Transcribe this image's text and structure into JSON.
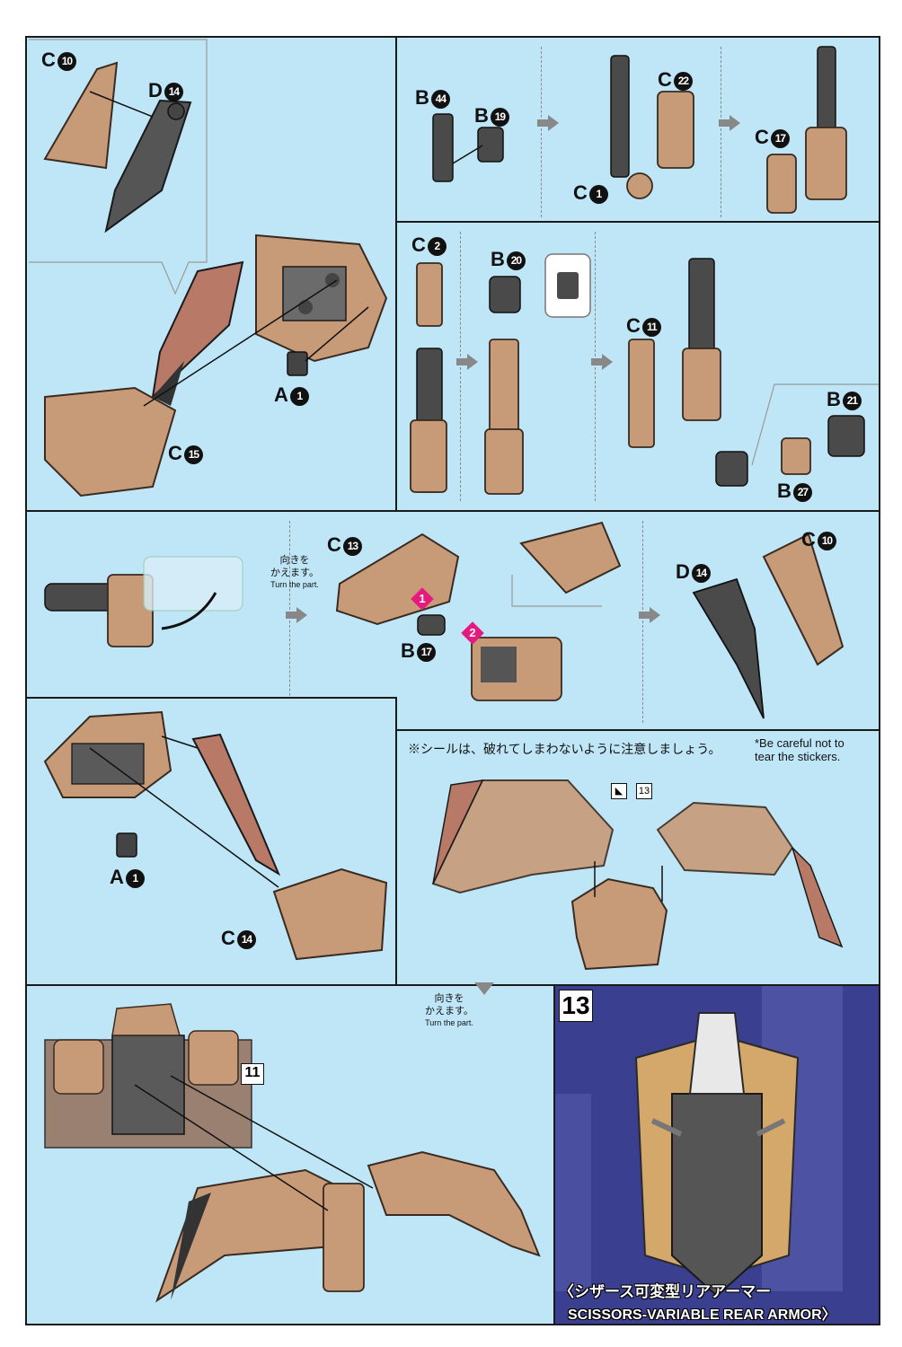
{
  "panels": {
    "p1": {
      "labels": [
        {
          "letter": "C",
          "num": "10"
        },
        {
          "letter": "D",
          "num": "14"
        },
        {
          "letter": "A",
          "num": "1"
        },
        {
          "letter": "C",
          "num": "15"
        }
      ]
    },
    "p2": {
      "labels": [
        {
          "letter": "B",
          "num": "44"
        },
        {
          "letter": "B",
          "num": "19"
        },
        {
          "letter": "C",
          "num": "22"
        },
        {
          "letter": "C",
          "num": "1"
        },
        {
          "letter": "C",
          "num": "17"
        }
      ]
    },
    "p3": {
      "labels": [
        {
          "letter": "C",
          "num": "2"
        },
        {
          "letter": "B",
          "num": "20"
        },
        {
          "letter": "C",
          "num": "11"
        },
        {
          "letter": "B",
          "num": "21"
        },
        {
          "letter": "B",
          "num": "27"
        }
      ]
    },
    "p4": {
      "labels": [
        {
          "letter": "C",
          "num": "13"
        },
        {
          "letter": "B",
          "num": "17"
        },
        {
          "letter": "C",
          "num": "10"
        },
        {
          "letter": "D",
          "num": "14"
        }
      ],
      "turn_note_jp": "向きを\nかえます。",
      "turn_note_en": "Turn the part.",
      "step_badges": [
        "1",
        "2"
      ]
    },
    "p5": {
      "labels": [
        {
          "letter": "A",
          "num": "1"
        },
        {
          "letter": "C",
          "num": "14"
        }
      ]
    },
    "p6": {
      "caution_jp": "※シールは、破れてしまわないように注意しましょう。",
      "caution_en": "*Be careful not to\n tear the stickers.",
      "sticker_ref": "13"
    },
    "p7": {
      "turn_note_jp": "向きを\nかえます。",
      "turn_note_en": "Turn the part.",
      "step_ref": "11"
    },
    "p8": {
      "photo_number": "13",
      "title_jp": "〈シザース可変型リアアーマー",
      "title_en": "SCISSORS-VARIABLE REAR ARMOR〉"
    }
  },
  "colors": {
    "panel_bg": "#bfe6f7",
    "armor_tan": "#c79a78",
    "frame_dark": "#3d3d3d",
    "accent_pink": "#e6197e",
    "photo_bg": "#2a2f7a"
  }
}
